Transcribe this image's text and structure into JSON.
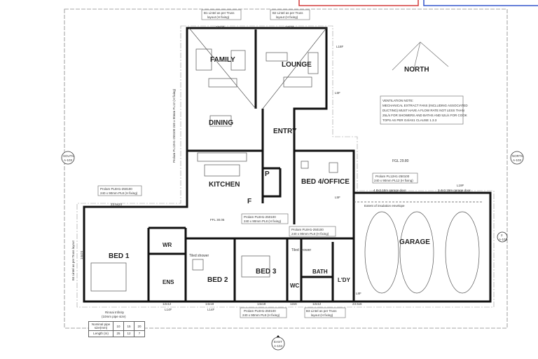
{
  "plan": {
    "north_label": "NORTH",
    "rooms": {
      "family": "FAMILY",
      "lounge": "LOUNGE",
      "dining": "DINING",
      "entry": "ENTRY",
      "kitchen": "KITCHEN",
      "pantry": "P",
      "fridge": "F",
      "bed4": "BED 4/OFFICE",
      "bed1": "BED 1",
      "wr": "WR",
      "ens": "ENS",
      "bed2": "BED 2",
      "bed3": "BED 3",
      "bath": "BATH",
      "wc": "WC",
      "laundry": "L'DY",
      "garage": "GARAGE",
      "tiled_shower_1": "Tiled shower",
      "tiled_shower_2": "Tiled shower"
    },
    "ventilation_note": [
      "VENTILATION NOTE:",
      "MECHANICAL EXTRACT FANS (INCLUDING ASSOCIATED",
      "DUCTING) MUST HAVE A FLOW RATE NOT LESS THAN",
      "25L/s FOR SHOWERS AND BATHS AND 52L/s FOR COOK",
      "TOPS AS PER G4/AS1 CLAUSE 1.3.3"
    ],
    "lintels": {
      "b1": [
        "B1 Lintel as per Truss",
        "layout (H fixing)"
      ],
      "b2": [
        "B2 Lintel as per Truss",
        "layout (H fixing)"
      ],
      "b3": [
        "B3 Lintel as per Truss",
        "layout (H fixing)"
      ],
      "b4": "B4 Lintel as per Truss layout",
      "left_prolam": [
        "Prolam PL8H1-250100",
        "240 x 90mm PL8 (H fixing)"
      ],
      "upper_prolam": "Prolam PL12H1-250100 240 x 90mm PL12 (H fixing)",
      "garage_prolam": [
        "Prolam PL12H1-250100",
        "240 x 90mm PL12 (H fixing)"
      ],
      "mid_prolam_1": [
        "Prolam PL8H1-250100",
        "240 x 90mm PL8 (H fixing)"
      ],
      "mid_prolam_2": [
        "Prolam PL8H1-250100",
        "240 x 90mm PL8 (H fixing)"
      ],
      "bottom_prolam": [
        "Prolam PL8H1-250100",
        "240 x 90mm PL8 (H fixing)"
      ]
    },
    "dimensions": {
      "d1": "24x24",
      "d2": "14x24",
      "d3": "23.5x24",
      "d4": "12x12",
      "d5": "14x18",
      "d6": "14x18",
      "d7": "12x6",
      "d8": "23.5x6",
      "d9": "12x12",
      "d10": "14x24"
    },
    "tags": [
      "L18F",
      "L5F",
      "L14F",
      "L14F",
      "L8F",
      "L19F",
      "L5F"
    ],
    "levels": {
      "fgl": "FGL 29.80",
      "ffl": "FFL 30.05"
    },
    "garage_doors": {
      "door1": "4.8x2.15m garage door",
      "door2": "2.4x2.15m garage door"
    },
    "insulation": "Extent of insulation envelope",
    "markers": {
      "south": [
        "SOUTH",
        "A-103"
      ],
      "north": [
        "NORTH",
        "A-103"
      ],
      "east": [
        "EAST",
        "A-104"
      ],
      "two": [
        "2",
        "A-103"
      ]
    },
    "rinnai": [
      "Rinnai Infinity",
      "(10mm pipe size)"
    ],
    "pipe_table": {
      "rows": [
        [
          "Nominal pipe size(mm)",
          "10",
          "15",
          "20"
        ],
        [
          "Length (m)",
          "25",
          "12",
          "7"
        ]
      ]
    },
    "colors": {
      "top_box_left": "#d33a3a",
      "top_box_right": "#3355cc"
    }
  }
}
